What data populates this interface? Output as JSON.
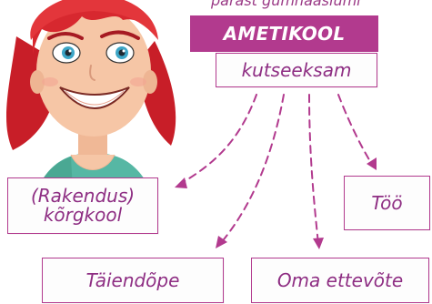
{
  "top_caption": "pärast gümnaasiumi",
  "header": {
    "title": "AMETIKOOL",
    "subtitle": "kutseeksam"
  },
  "options": {
    "higher_school_line1": "(Rakendus)",
    "higher_school_line2": "kõrgkool",
    "work": "Töö",
    "further_training": "Täiendõpe",
    "own_business": "Oma ettevõte"
  },
  "colors": {
    "accent": "#b23a8e",
    "text": "#8e2e83",
    "hair": "#d7282f",
    "skin": "#f6c6a6",
    "shirt": "#56b7a4"
  },
  "icons": {
    "character": "girl-with-red-hair"
  }
}
